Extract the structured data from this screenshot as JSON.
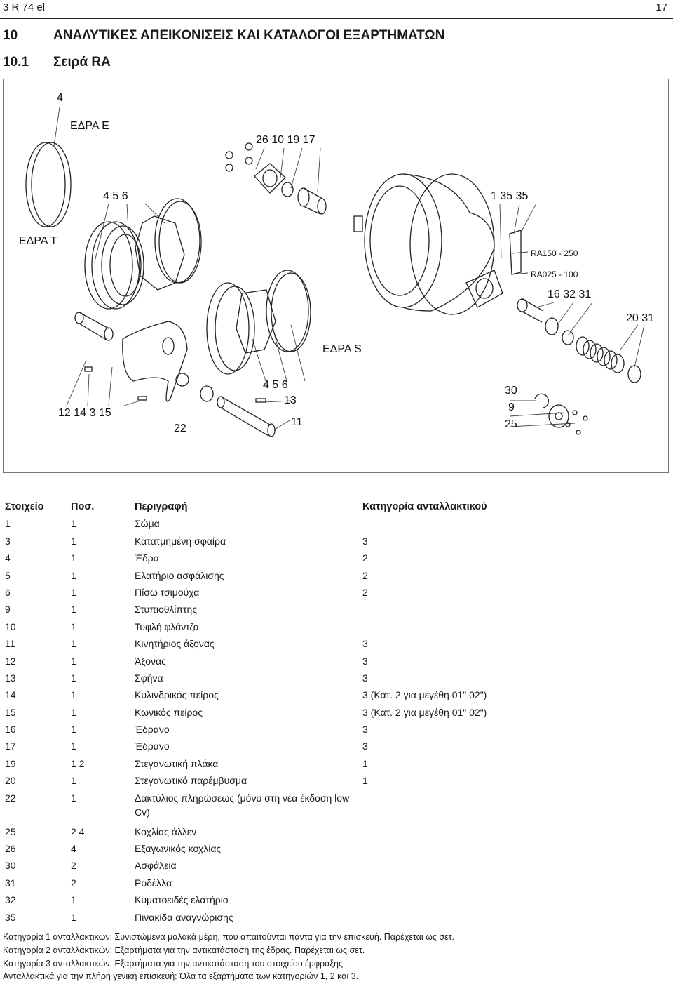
{
  "header": {
    "doc_code": "3 R 74 el",
    "page_number": "17"
  },
  "section": {
    "number": "10",
    "title": "ΑΝΑΛΥΤΙΚΕΣ ΑΠΕΙΚΟΝΙΣΕΙΣ ΚΑΙ ΚΑΤΑΛΟΓΟΙ ΕΞΑΡΤΗΜΑΤΩΝ"
  },
  "subsection": {
    "number": "10.1",
    "title": "Σειρά RA"
  },
  "figure": {
    "labels": {
      "l4": "4",
      "edra_e": "ΕΔΡΑ Ε",
      "l_26_10_19_17": "26 10 19 17",
      "l_4_5_6_top": "4  5  6",
      "l_1_35_35": "1  35  35",
      "edra_t": "ΕΔΡΑ Τ",
      "ra150": "RA150 - 250",
      "ra025": "RA025 - 100",
      "l_16_32_31": "16  32  31",
      "l_20_31": "20 31",
      "edra_s": "ΕΔΡΑ S",
      "l_4_5_6_bottom": "4   5   6",
      "l13": "13",
      "l11": "11",
      "l30": "30",
      "l9": "9",
      "l25": "25",
      "l_12_14_3_15": "12  14  3 15",
      "l22": "22"
    }
  },
  "table": {
    "headers": {
      "item": "Στοιχείο",
      "qty": "Ποσ.",
      "description": "Περιγραφή",
      "category": "Κατηγορία ανταλλακτικού"
    },
    "rows": [
      {
        "item": "1",
        "qty": "1",
        "description": "Σώμα",
        "category": ""
      },
      {
        "item": "3",
        "qty": "1",
        "description": "Κατατμημένη σφαίρα",
        "category": "3"
      },
      {
        "item": "4",
        "qty": "1",
        "description": "Έδρα",
        "category": "2"
      },
      {
        "item": "5",
        "qty": "1",
        "description": "Ελατήριο ασφάλισης",
        "category": "2"
      },
      {
        "item": "6",
        "qty": "1",
        "description": "Πίσω τσιμούχα",
        "category": "2"
      },
      {
        "item": "9",
        "qty": "1",
        "description": "Στυπιοθλίπτης",
        "category": ""
      },
      {
        "item": "10",
        "qty": "1",
        "description": "Τυφλή φλάντζα",
        "category": ""
      },
      {
        "item": "11",
        "qty": "1",
        "description": "Κινητήριος άξονας",
        "category": "3"
      },
      {
        "item": "12",
        "qty": "1",
        "description": "Άξονας",
        "category": "3"
      },
      {
        "item": "13",
        "qty": "1",
        "description": "Σφήνα",
        "category": "3"
      },
      {
        "item": "14",
        "qty": "1",
        "description": "Κυλινδρικός πείρος",
        "category": "3 (Κατ. 2 για μεγέθη 01\" 02\")"
      },
      {
        "item": "15",
        "qty": "1",
        "description": "Κωνικός πείρος",
        "category": "3 (Κατ. 2 για μεγέθη 01\" 02\")"
      },
      {
        "item": "16",
        "qty": "1",
        "description": "Έδρανο",
        "category": "3"
      },
      {
        "item": "17",
        "qty": "1",
        "description": "Έδρανο",
        "category": "3"
      },
      {
        "item": "19",
        "qty": "1 2",
        "description": "Στεγανωτική πλάκα",
        "category": "1"
      },
      {
        "item": "20",
        "qty": "1",
        "description": "Στεγανωτικό παρέμβυσμα",
        "category": "1"
      },
      {
        "item": "22",
        "qty": "1",
        "description": "Δακτύλιος πληρώσεως (μόνο στη νέα έκδοση low Cv)",
        "category": ""
      },
      {
        "item": "25",
        "qty": "2 4",
        "description": "Κοχλίας άλλεν",
        "category": ""
      },
      {
        "item": "26",
        "qty": "4",
        "description": "Εξαγωνικός κοχλίας",
        "category": ""
      },
      {
        "item": "30",
        "qty": "2",
        "description": "Ασφάλεια",
        "category": ""
      },
      {
        "item": "31",
        "qty": "2",
        "description": "Ροδέλλα",
        "category": ""
      },
      {
        "item": "32",
        "qty": "1",
        "description": "Κυματοειδές ελατήριο",
        "category": ""
      },
      {
        "item": "35",
        "qty": "1",
        "description": "Πινακίδα αναγνώρισης",
        "category": ""
      }
    ]
  },
  "footnotes": [
    "Κατηγορία 1 ανταλλακτικών: Συνιστώμενα μαλακά μέρη, που απαιτούνται πάντα για την επισκευή. Παρέχεται ως σετ.",
    "Κατηγορία 2 ανταλλακτικών: Εξαρτήματα για την αντικατάσταση της έδρας. Παρέχεται ως σετ.",
    "Κατηγορία 3 ανταλλακτικών: Εξαρτήματα για την αντικατάσταση του στοιχείου έμφραξης.",
    "Ανταλλακτικά για την πλήρη γενική επισκευή: Όλα τα εξαρτήματα των κατηγοριών 1, 2 και 3."
  ]
}
